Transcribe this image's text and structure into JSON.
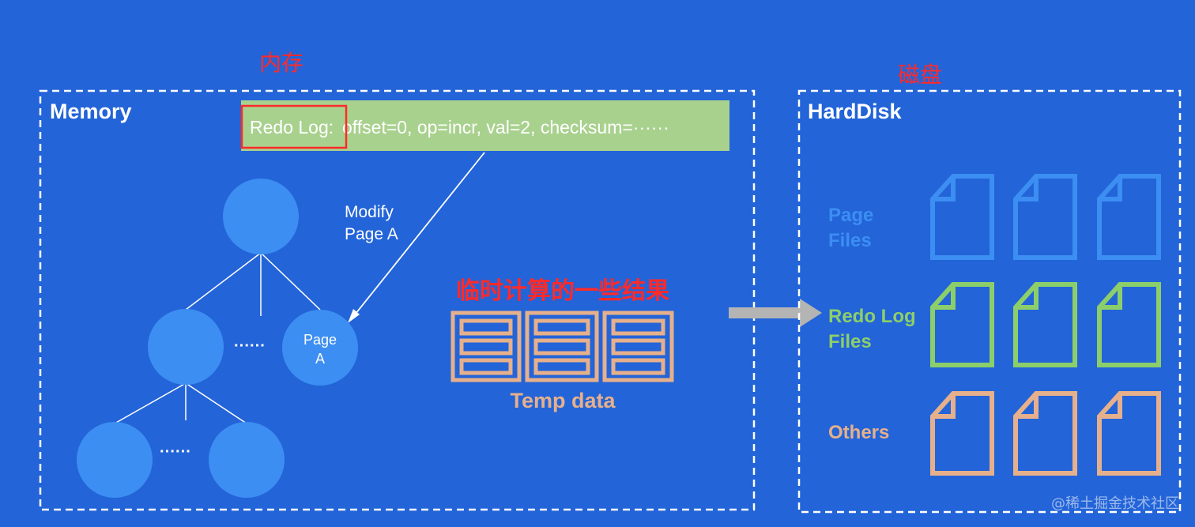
{
  "annotations": {
    "memory_cn": "内存",
    "disk_cn": "磁盘",
    "temp_cn": "临时计算的一些结果"
  },
  "memory": {
    "title": "Memory",
    "redo_log_prefix": "Redo Log:",
    "redo_log_rest": " offset=0, op=incr, val=2, checksum=······",
    "modify_label_1": "Modify",
    "modify_label_2": "Page A",
    "ellipsis": "······",
    "page_a_1": "Page",
    "page_a_2": "A",
    "temp_data": "Temp data"
  },
  "disk": {
    "title": "HardDisk",
    "page_files_1": "Page",
    "page_files_2": "Files",
    "redo_files_1": "Redo Log",
    "redo_files_2": "Files",
    "others": "Others"
  },
  "watermark": "@稀土掘金技术社区",
  "colors": {
    "background": "#2364d8",
    "node": "#3c8ef2",
    "redo_bar": "#a9d18e",
    "page_file": "#3c8ef2",
    "redo_file": "#8ccf6a",
    "other_file": "#e6b08c",
    "annotation": "#ff2a2a",
    "arrow": "#b4b4b4"
  },
  "icons": {
    "page_file": "document-icon",
    "redo_file": "document-icon",
    "other_file": "document-icon",
    "temp_data": "database-table-icon"
  }
}
